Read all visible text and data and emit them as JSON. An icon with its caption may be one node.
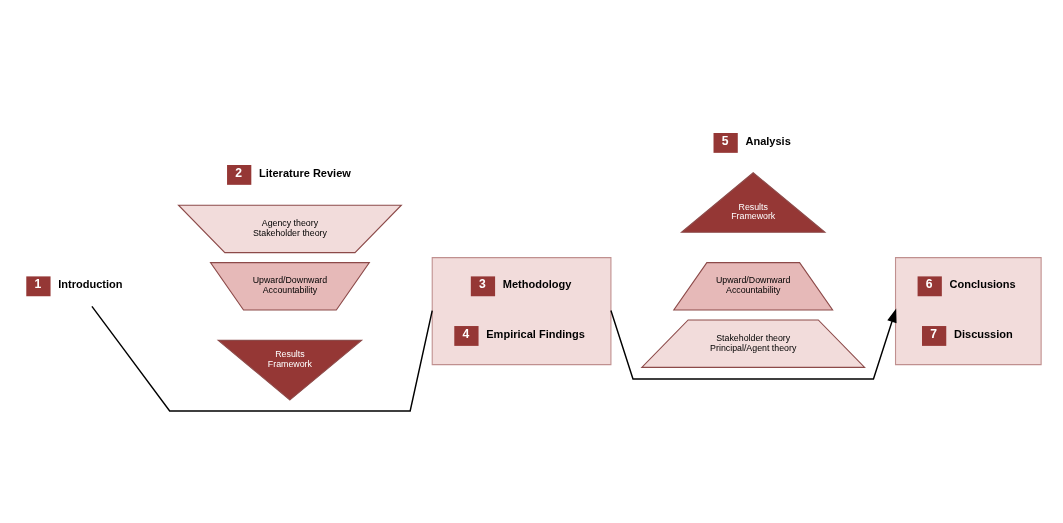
{
  "diagram": {
    "nodes": [
      {
        "text": [
          "1",
          "Introduction"
        ]
      },
      {
        "text": [
          "2",
          "Literature Review"
        ]
      },
      {
        "text": [
          "Agency theory Stakeholder theory"
        ]
      },
      {
        "text": [
          "Upward/Downward Accountability"
        ]
      },
      {
        "text": [
          "Results Framework"
        ]
      },
      {
        "text": [],
        "shape": "box"
      },
      {
        "text": [
          "3",
          "Methodology"
        ],
        "in": 5
      },
      {
        "text": [
          "4",
          "Empirical Findings"
        ],
        "in": 5
      },
      {
        "text": [
          "5",
          "Analysis"
        ]
      },
      {
        "text": [
          "Results Framework"
        ]
      },
      {
        "text": [
          "Upward/Downward Accountability"
        ]
      },
      {
        "text": [
          "Stakeholder theory Principal/Agent theory"
        ]
      },
      {
        "text": [],
        "shape": "box"
      },
      {
        "text": [
          "6",
          "Conclusions"
        ],
        "in": 12
      },
      {
        "text": [
          "7",
          "Discussion"
        ],
        "in": 12
      }
    ],
    "edges": [
      {
        "from": 0,
        "to": 5,
        "arrow": "none"
      },
      {
        "from": 5,
        "to": 12,
        "arrow": "to"
      }
    ]
  }
}
